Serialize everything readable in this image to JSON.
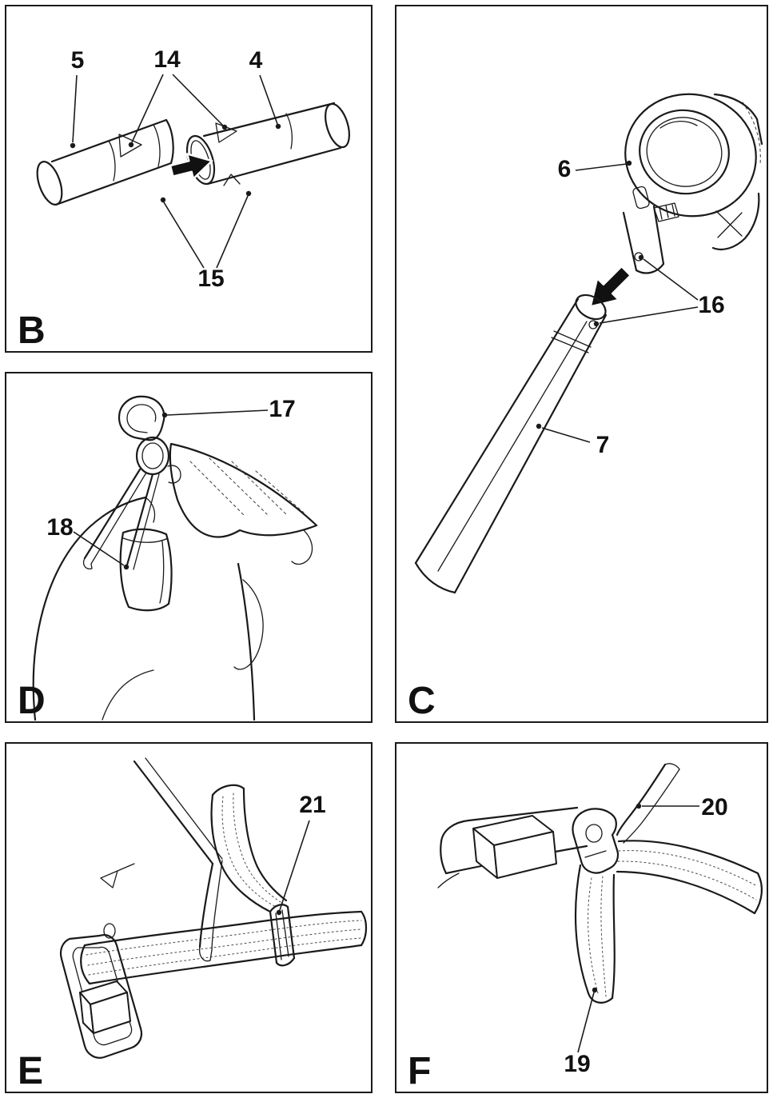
{
  "document": {
    "background_color": "#ffffff",
    "line_color": "#1a1a1a"
  },
  "panels": {
    "B": {
      "label": "B",
      "arrow_icon": "solid-right-arrow",
      "callouts": [
        {
          "part": "5"
        },
        {
          "part": "14"
        },
        {
          "part": "4"
        },
        {
          "part": "15"
        }
      ]
    },
    "C": {
      "label": "C",
      "arrow_icon": "solid-down-left-arrow",
      "callouts": [
        {
          "part": "6"
        },
        {
          "part": "16"
        },
        {
          "part": "7"
        }
      ]
    },
    "D": {
      "label": "D",
      "callouts": [
        {
          "part": "17"
        },
        {
          "part": "18"
        }
      ]
    },
    "E": {
      "label": "E",
      "callouts": [
        {
          "part": "21"
        }
      ]
    },
    "F": {
      "label": "F",
      "callouts": [
        {
          "part": "20"
        },
        {
          "part": "19"
        }
      ]
    }
  }
}
